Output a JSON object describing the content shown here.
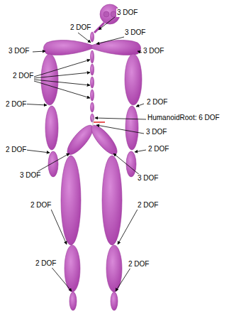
{
  "diagram": {
    "labels": [
      "3 DOF",
      "2 DOF",
      "3 DOF",
      "3 DOF",
      "3 DOF",
      "2 DOF",
      "2 DOF",
      "2 DOF",
      "HumanoidRoot: 6 DOF",
      "3 DOF",
      "2 DOF",
      "2 DOF",
      "3 DOF",
      "3 DOF",
      "2 DOF",
      "2 DOF",
      "2 DOF",
      "2 DOF"
    ]
  }
}
